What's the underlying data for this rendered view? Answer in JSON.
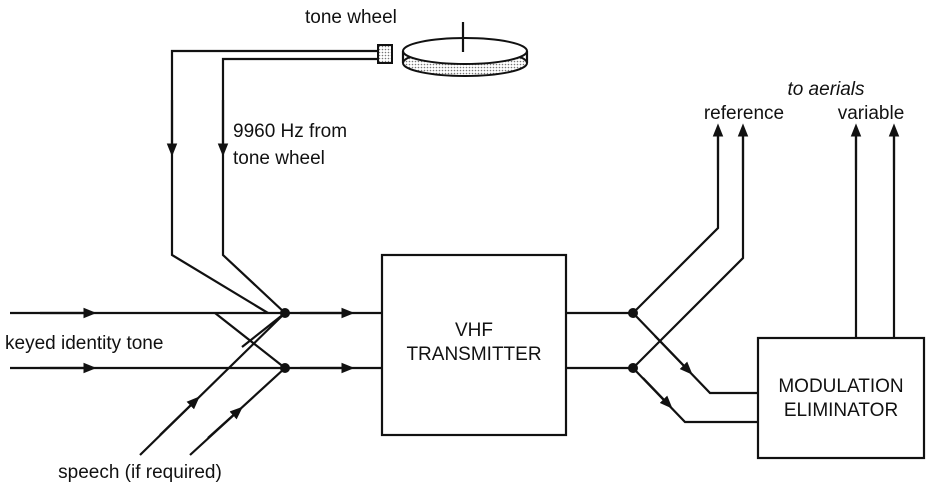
{
  "labels": {
    "tone_wheel": "tone wheel",
    "tone_from_1": "9960 Hz from",
    "tone_from_2": "tone wheel",
    "to_aerials": "to aerials",
    "reference": "reference",
    "variable": "variable",
    "keyed_identity": "keyed identity tone",
    "speech": "speech (if required)"
  },
  "blocks": {
    "transmitter": {
      "line1": "VHF",
      "line2": "TRANSMITTER"
    },
    "eliminator": {
      "line1": "MODULATION",
      "line2": "ELIMINATOR"
    }
  }
}
